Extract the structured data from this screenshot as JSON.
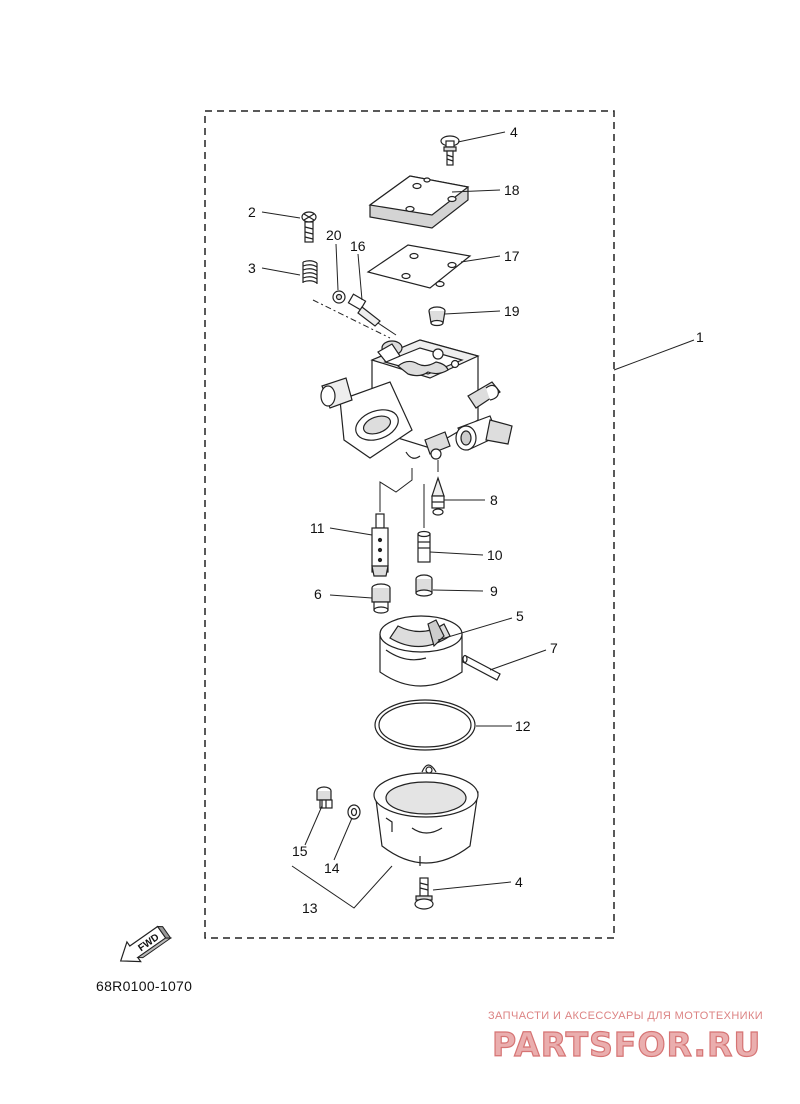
{
  "diagram": {
    "part_code": "68R0100-1070",
    "fwd_label": "FWD",
    "callouts": {
      "c1": "1",
      "c2": "2",
      "c3": "3",
      "c4a": "4",
      "c4b": "4",
      "c5": "5",
      "c6": "6",
      "c7": "7",
      "c8": "8",
      "c9": "9",
      "c10": "10",
      "c11": "11",
      "c12": "12",
      "c13": "13",
      "c14": "14",
      "c15": "15",
      "c16": "16",
      "c17": "17",
      "c18": "18",
      "c19": "19",
      "c20": "20"
    }
  },
  "watermark": {
    "tagline": "ЗАПЧАСТИ И АКСЕССУАРЫ ДЛЯ МОТОТЕХНИКИ",
    "logo_text": "PARTSFOR.RU",
    "color": "#d44a4a"
  }
}
